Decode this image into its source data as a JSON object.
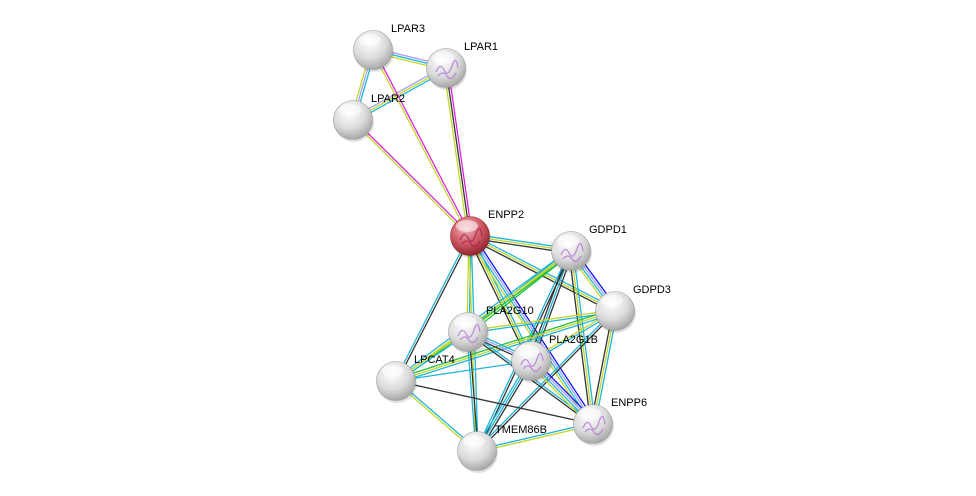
{
  "evidence_colors": {
    "database": "#1fb5d8",
    "textmining": "#c3d62a",
    "experiments": "#dd22dd",
    "coexpression": "#333333",
    "homology": "#a0a0ff",
    "cooccurrence": "#1010f0",
    "neighborhood": "#22c040"
  },
  "nodes": [
    {
      "id": "LPAR3",
      "label": "LPAR3",
      "color": "#e6e6e6",
      "query": false,
      "structure": false
    },
    {
      "id": "LPAR1",
      "label": "LPAR1",
      "color": "#e6e6e6",
      "query": false,
      "structure": true
    },
    {
      "id": "LPAR2",
      "label": "LPAR2",
      "color": "#e6e6e6",
      "query": false,
      "structure": false
    },
    {
      "id": "ENPP2",
      "label": "ENPP2",
      "color": "#c8484f",
      "query": true,
      "structure": true
    },
    {
      "id": "GDPD1",
      "label": "GDPD1",
      "color": "#e6e6e6",
      "query": false,
      "structure": true
    },
    {
      "id": "GDPD3",
      "label": "GDPD3",
      "color": "#e6e6e6",
      "query": false,
      "structure": false
    },
    {
      "id": "PLA2G10",
      "label": "PLA2G10",
      "color": "#e6e6e6",
      "query": false,
      "structure": true
    },
    {
      "id": "PLA2G1B",
      "label": "PLA2G1B",
      "color": "#e6e6e6",
      "query": false,
      "structure": true
    },
    {
      "id": "LPCAT4",
      "label": "LPCAT4",
      "color": "#e6e6e6",
      "query": false,
      "structure": false
    },
    {
      "id": "ENPP6",
      "label": "ENPP6",
      "color": "#e6e6e6",
      "query": false,
      "structure": true
    },
    {
      "id": "TMEM86B",
      "label": "TMEM86B",
      "color": "#e6e6e6",
      "query": false,
      "structure": false
    }
  ],
  "edges": [
    {
      "a": "LPAR3",
      "b": "LPAR1",
      "ev": [
        "homology",
        "database",
        "textmining"
      ]
    },
    {
      "a": "LPAR3",
      "b": "LPAR2",
      "ev": [
        "database",
        "homology",
        "textmining"
      ]
    },
    {
      "a": "LPAR1",
      "b": "LPAR2",
      "ev": [
        "database",
        "textmining",
        "homology"
      ]
    },
    {
      "a": "LPAR3",
      "b": "ENPP2",
      "ev": [
        "experiments",
        "textmining"
      ]
    },
    {
      "a": "LPAR2",
      "b": "ENPP2",
      "ev": [
        "experiments",
        "textmining"
      ]
    },
    {
      "a": "LPAR1",
      "b": "ENPP2",
      "ev": [
        "experiments",
        "coexpression",
        "textmining"
      ]
    },
    {
      "a": "ENPP2",
      "b": "GDPD1",
      "ev": [
        "database",
        "textmining",
        "coexpression"
      ]
    },
    {
      "a": "ENPP2",
      "b": "GDPD3",
      "ev": [
        "database",
        "textmining",
        "coexpression"
      ]
    },
    {
      "a": "ENPP2",
      "b": "PLA2G10",
      "ev": [
        "database",
        "textmining"
      ]
    },
    {
      "a": "ENPP2",
      "b": "PLA2G1B",
      "ev": [
        "database",
        "textmining",
        "coexpression"
      ]
    },
    {
      "a": "ENPP2",
      "b": "ENPP6",
      "ev": [
        "cooccurrence",
        "homology",
        "database",
        "textmining"
      ]
    },
    {
      "a": "ENPP2",
      "b": "LPCAT4",
      "ev": [
        "coexpression",
        "database"
      ]
    },
    {
      "a": "ENPP2",
      "b": "TMEM86B",
      "ev": [
        "database",
        "textmining"
      ]
    },
    {
      "a": "GDPD1",
      "b": "GDPD3",
      "ev": [
        "cooccurrence",
        "homology",
        "database",
        "textmining"
      ]
    },
    {
      "a": "GDPD1",
      "b": "PLA2G10",
      "ev": [
        "neighborhood",
        "textmining",
        "database"
      ]
    },
    {
      "a": "GDPD1",
      "b": "PLA2G1B",
      "ev": [
        "coexpression",
        "database",
        "coexpression"
      ]
    },
    {
      "a": "GDPD1",
      "b": "LPCAT4",
      "ev": [
        "neighborhood",
        "textmining",
        "database"
      ]
    },
    {
      "a": "GDPD1",
      "b": "ENPP6",
      "ev": [
        "database",
        "textmining",
        "coexpression"
      ]
    },
    {
      "a": "GDPD1",
      "b": "TMEM86B",
      "ev": [
        "coexpression",
        "database"
      ]
    },
    {
      "a": "GDPD3",
      "b": "PLA2G10",
      "ev": [
        "database",
        "textmining"
      ]
    },
    {
      "a": "GDPD3",
      "b": "PLA2G1B",
      "ev": [
        "database",
        "textmining"
      ]
    },
    {
      "a": "GDPD3",
      "b": "LPCAT4",
      "ev": [
        "database",
        "textmining",
        "neighborhood"
      ]
    },
    {
      "a": "GDPD3",
      "b": "ENPP6",
      "ev": [
        "database",
        "textmining",
        "coexpression"
      ]
    },
    {
      "a": "GDPD3",
      "b": "TMEM86B",
      "ev": [
        "coexpression",
        "database"
      ]
    },
    {
      "a": "PLA2G10",
      "b": "PLA2G1B",
      "ev": [
        "database",
        "homology",
        "coexpression"
      ]
    },
    {
      "a": "PLA2G10",
      "b": "LPCAT4",
      "ev": [
        "database",
        "textmining"
      ]
    },
    {
      "a": "PLA2G10",
      "b": "ENPP6",
      "ev": [
        "database",
        "coexpression"
      ]
    },
    {
      "a": "PLA2G10",
      "b": "TMEM86B",
      "ev": [
        "coexpression",
        "database"
      ]
    },
    {
      "a": "PLA2G1B",
      "b": "LPCAT4",
      "ev": [
        "database"
      ]
    },
    {
      "a": "PLA2G1B",
      "b": "ENPP6",
      "ev": [
        "cooccurrence",
        "homology",
        "database",
        "textmining"
      ]
    },
    {
      "a": "PLA2G1B",
      "b": "TMEM86B",
      "ev": [
        "coexpression",
        "database",
        "database"
      ]
    },
    {
      "a": "LPCAT4",
      "b": "ENPP6",
      "ev": [
        "coexpression"
      ]
    },
    {
      "a": "LPCAT4",
      "b": "TMEM86B",
      "ev": [
        "database",
        "textmining"
      ]
    },
    {
      "a": "ENPP6",
      "b": "TMEM86B",
      "ev": [
        "textmining",
        "database"
      ]
    }
  ]
}
